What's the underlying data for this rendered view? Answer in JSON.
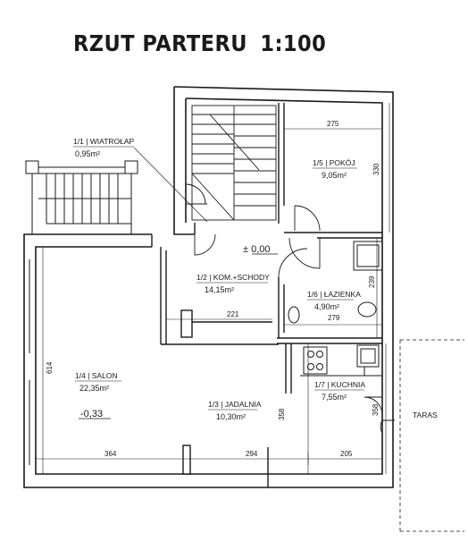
{
  "title": {
    "text": "RZUT PARTERU",
    "scale": "1:100"
  },
  "rooms": [
    {
      "number": "1/1",
      "name": "WIATROŁAP",
      "area": "0,95m²"
    },
    {
      "number": "1/2",
      "name": "KOM.+SCHODY",
      "area": "14,15m²"
    },
    {
      "number": "1/3",
      "name": "JADALNIA",
      "area": "10,30m²"
    },
    {
      "number": "1/4",
      "name": "SALON",
      "area": "22,35m²"
    },
    {
      "number": "1/5",
      "name": "POKÓJ",
      "area": "9,05m²"
    },
    {
      "number": "1/6",
      "name": "ŁAZIENKA",
      "area": "4,90m²"
    },
    {
      "number": "1/7",
      "name": "KUCHNIA",
      "area": "7,55m²"
    }
  ],
  "levels": {
    "entry": "± 0,00",
    "salon": "-0,33"
  },
  "dimensions": {
    "room_5_width": "275",
    "room_5_depth": "330",
    "corridor_width": "221",
    "bath_depth": "239",
    "bath_width": "279",
    "salon_depth": "614",
    "jadalnia_depth": "358",
    "kitchen_depth": "358",
    "bottom_left": "364",
    "bottom_mid": "294",
    "bottom_right": "205"
  },
  "terrace_label": "TARAS"
}
